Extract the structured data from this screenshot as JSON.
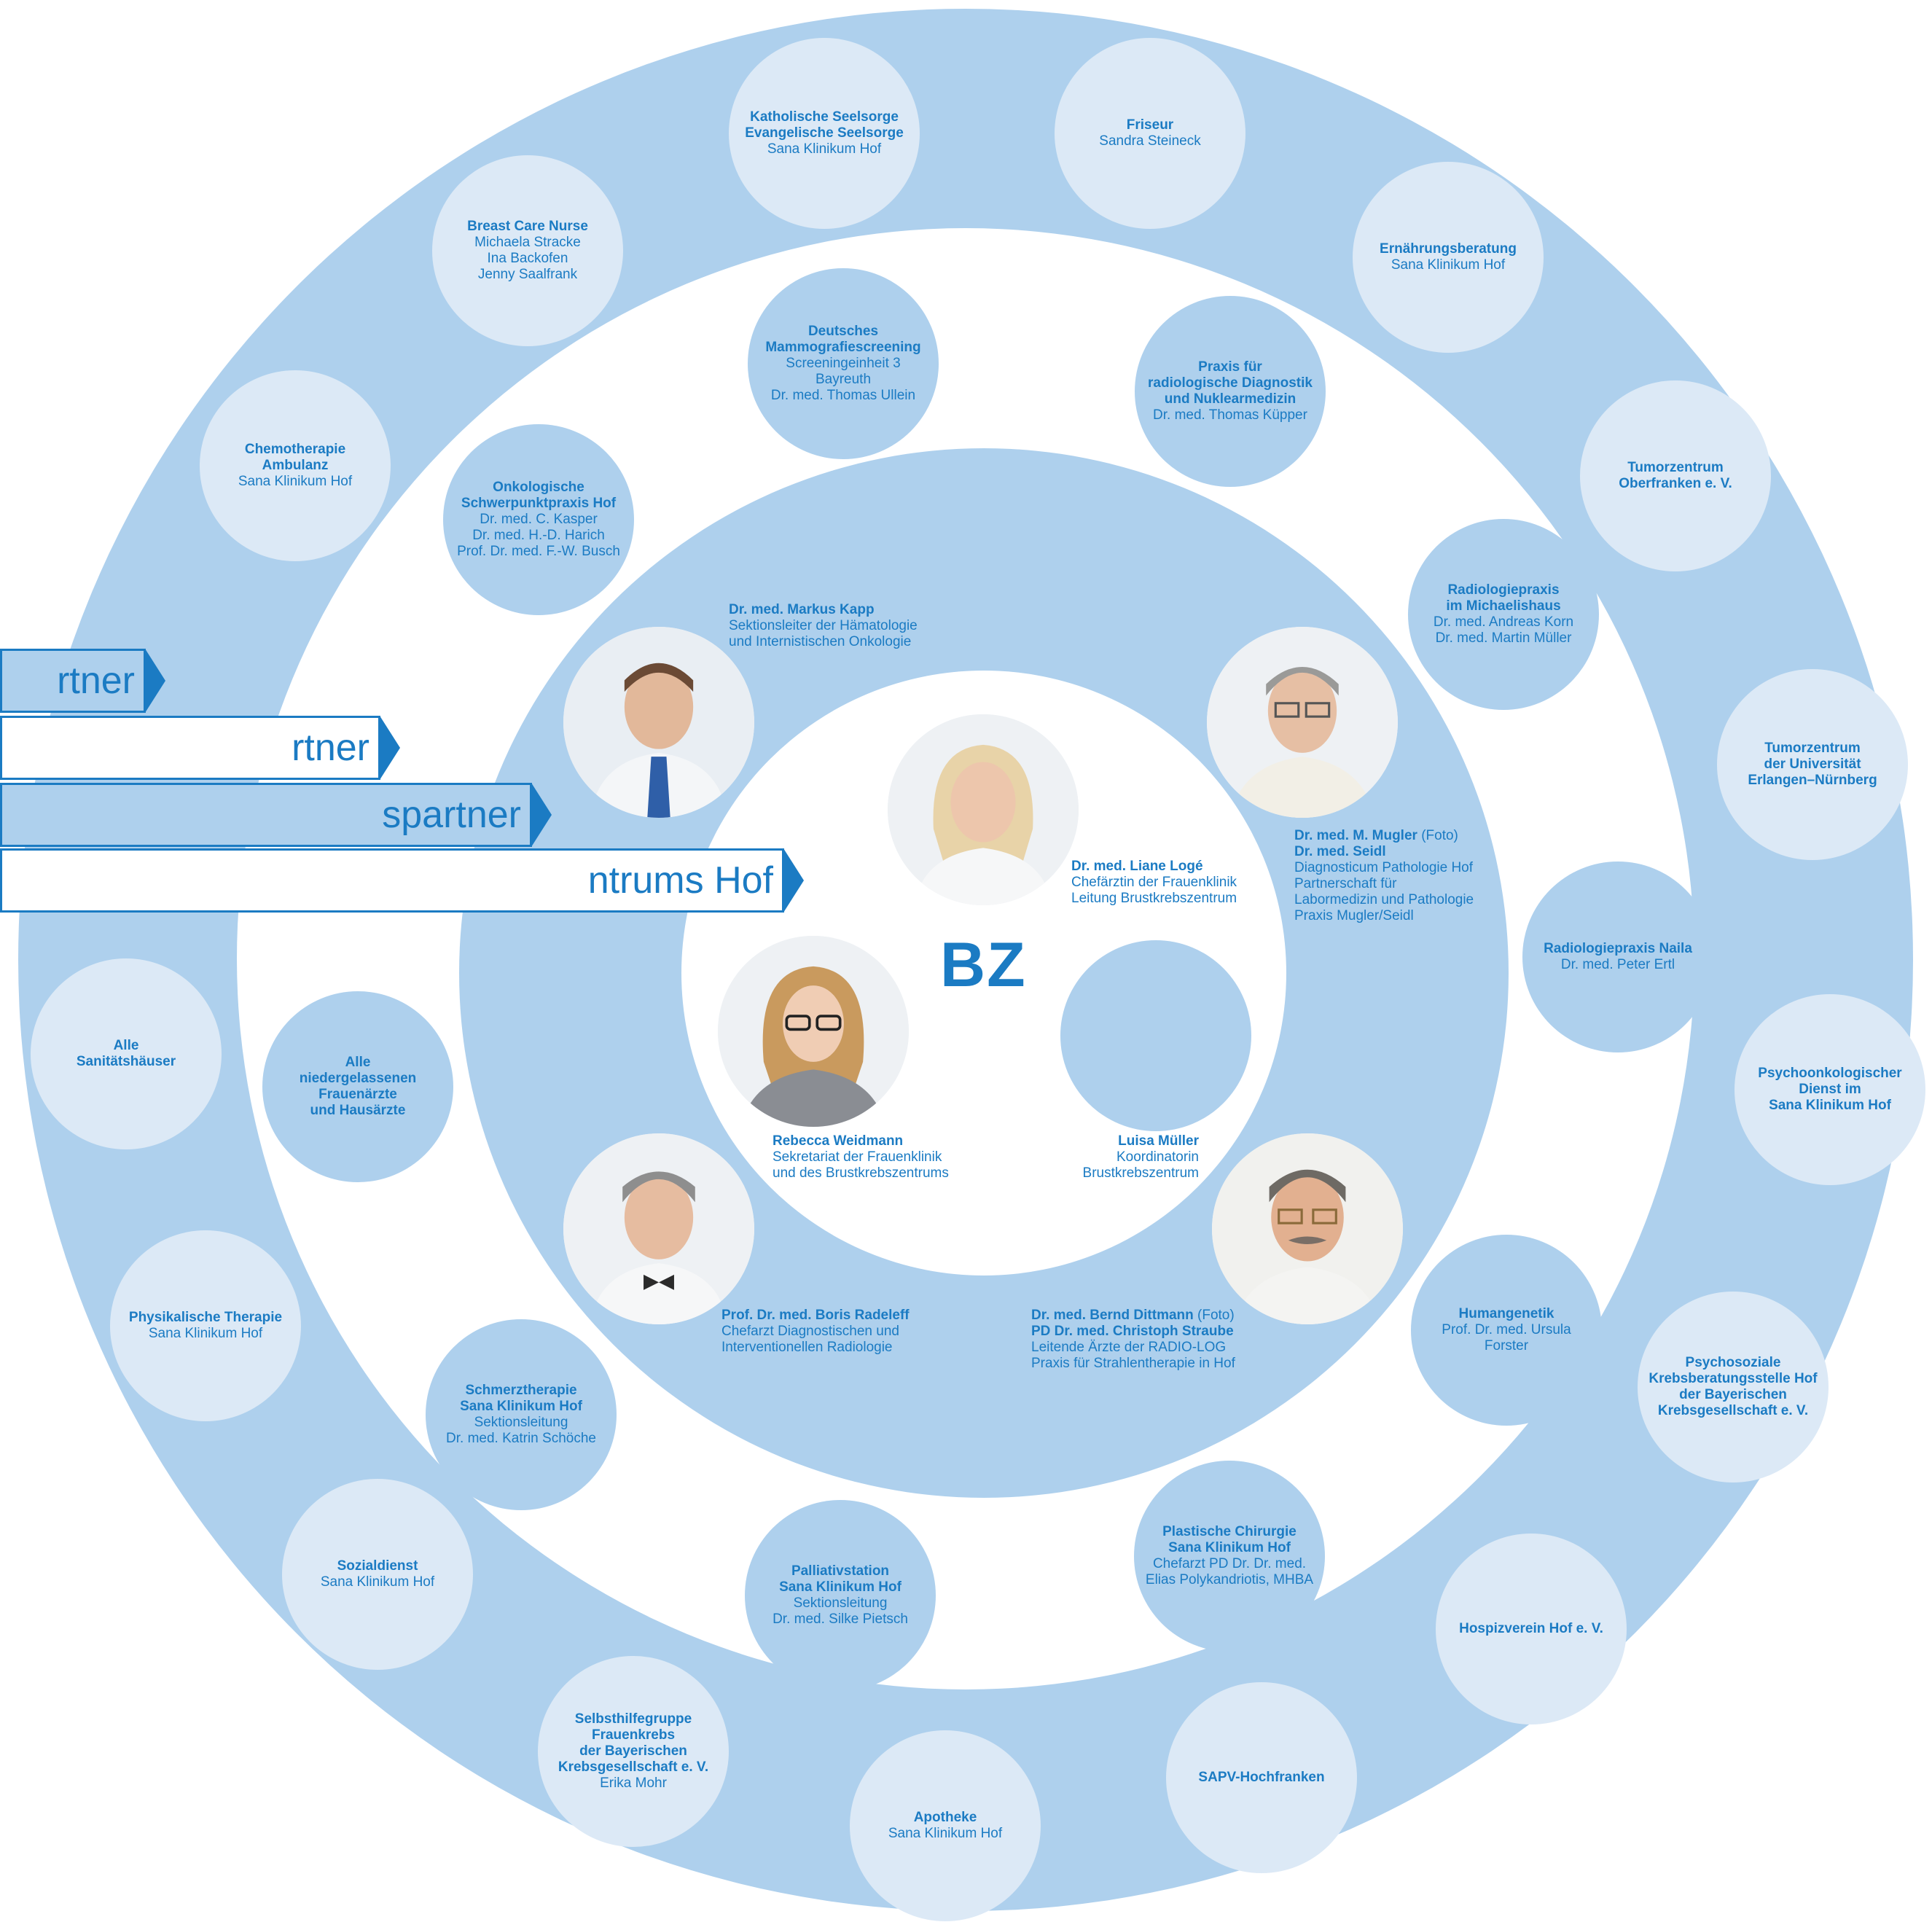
{
  "center_label": "BZ",
  "colors": {
    "accent": "#1b7bc3",
    "ring_fill": "#aed0ed",
    "node_light": "#dce9f6",
    "background": "#ffffff"
  },
  "banners": [
    {
      "text": "rtner",
      "style": "fill"
    },
    {
      "text": "rtner",
      "style": "white"
    },
    {
      "text": "spartner",
      "style": "fill"
    },
    {
      "text": "ntrums Hof",
      "style": "white"
    }
  ],
  "outer_ring": [
    {
      "id": "seelsorge",
      "lines": [
        {
          "t": "Katholische Seelsorge",
          "b": true
        },
        {
          "t": "Evangelische Seelsorge",
          "b": true
        },
        {
          "t": "Sana Klinikum Hof",
          "b": false
        }
      ]
    },
    {
      "id": "friseur",
      "lines": [
        {
          "t": "Friseur",
          "b": true
        },
        {
          "t": "Sandra Steineck",
          "b": false
        }
      ]
    },
    {
      "id": "breast-care-nurse",
      "lines": [
        {
          "t": "Breast Care Nurse",
          "b": true
        },
        {
          "t": "Michaela Stracke",
          "b": false
        },
        {
          "t": "Ina Backofen",
          "b": false
        },
        {
          "t": "Jenny Saalfrank",
          "b": false
        }
      ]
    },
    {
      "id": "ernaehrungsberatung",
      "lines": [
        {
          "t": "Ernährungsberatung",
          "b": true
        },
        {
          "t": "Sana Klinikum Hof",
          "b": false
        }
      ]
    },
    {
      "id": "chemotherapie",
      "lines": [
        {
          "t": "Chemotherapie",
          "b": true
        },
        {
          "t": "Ambulanz",
          "b": true
        },
        {
          "t": "Sana Klinikum Hof",
          "b": false
        }
      ]
    },
    {
      "id": "tumorzentrum-oberfranken",
      "lines": [
        {
          "t": "Tumorzentrum",
          "b": true
        },
        {
          "t": "Oberfranken e. V.",
          "b": true
        }
      ]
    },
    {
      "id": "tumorzentrum-erlangen",
      "lines": [
        {
          "t": "Tumorzentrum",
          "b": true
        },
        {
          "t": "der Universität",
          "b": true
        },
        {
          "t": "Erlangen–Nürnberg",
          "b": true
        }
      ]
    },
    {
      "id": "sanitaetshaeuser",
      "lines": [
        {
          "t": "Alle",
          "b": true
        },
        {
          "t": "Sanitätshäuser",
          "b": true
        }
      ]
    },
    {
      "id": "psychoonkologie",
      "lines": [
        {
          "t": "Psychoonkologischer",
          "b": true
        },
        {
          "t": "Dienst im",
          "b": true
        },
        {
          "t": "Sana Klinikum Hof",
          "b": true
        }
      ]
    },
    {
      "id": "physikalische-therapie",
      "lines": [
        {
          "t": "Physikalische Therapie",
          "b": true
        },
        {
          "t": "Sana Klinikum Hof",
          "b": false
        }
      ]
    },
    {
      "id": "psychosoziale-beratung",
      "lines": [
        {
          "t": "Psychosoziale",
          "b": true
        },
        {
          "t": "Krebsberatungsstelle Hof",
          "b": true
        },
        {
          "t": "der Bayerischen",
          "b": true
        },
        {
          "t": "Krebsgesellschaft e. V.",
          "b": true
        }
      ]
    },
    {
      "id": "sozialdienst",
      "lines": [
        {
          "t": "Sozialdienst",
          "b": true
        },
        {
          "t": "Sana Klinikum Hof",
          "b": false
        }
      ]
    },
    {
      "id": "hospizverein",
      "lines": [
        {
          "t": "Hospizverein Hof e. V.",
          "b": true
        }
      ]
    },
    {
      "id": "selbsthilfegruppe",
      "lines": [
        {
          "t": "Selbsthilfegruppe",
          "b": true
        },
        {
          "t": "Frauenkrebs",
          "b": true
        },
        {
          "t": "der Bayerischen",
          "b": true
        },
        {
          "t": "Krebsgesellschaft e. V.",
          "b": true
        },
        {
          "t": "Erika Mohr",
          "b": false
        }
      ]
    },
    {
      "id": "sapv",
      "lines": [
        {
          "t": "SAPV-Hochfranken",
          "b": true
        }
      ]
    },
    {
      "id": "apotheke",
      "lines": [
        {
          "t": "Apotheke",
          "b": true
        },
        {
          "t": "Sana Klinikum Hof",
          "b": false
        }
      ]
    }
  ],
  "middle_ring": [
    {
      "id": "mammografiescreening",
      "lines": [
        {
          "t": "Deutsches",
          "b": true
        },
        {
          "t": "Mammografiescreening",
          "b": true
        },
        {
          "t": "Screeningeinheit 3",
          "b": false
        },
        {
          "t": "Bayreuth",
          "b": false
        },
        {
          "t": "Dr. med. Thomas Ullein",
          "b": false
        }
      ]
    },
    {
      "id": "praxis-radiologie",
      "lines": [
        {
          "t": "Praxis für",
          "b": true
        },
        {
          "t": "radiologische Diagnostik",
          "b": true
        },
        {
          "t": "und Nuklearmedizin",
          "b": true
        },
        {
          "t": "Dr. med. Thomas Küpper",
          "b": false
        }
      ]
    },
    {
      "id": "onkologische-praxis",
      "lines": [
        {
          "t": "Onkologische",
          "b": true
        },
        {
          "t": "Schwerpunktpraxis Hof",
          "b": true
        },
        {
          "t": "Dr. med. C. Kasper",
          "b": false
        },
        {
          "t": "Dr. med. H.-D. Harich",
          "b": false
        },
        {
          "t": "Prof. Dr. med. F.-W. Busch",
          "b": false
        }
      ]
    },
    {
      "id": "radiologie-michaelishaus",
      "lines": [
        {
          "t": "Radiologiepraxis",
          "b": true
        },
        {
          "t": "im Michaelishaus",
          "b": true
        },
        {
          "t": "Dr. med. Andreas Korn",
          "b": false
        },
        {
          "t": "Dr. med. Martin Müller",
          "b": false
        }
      ]
    },
    {
      "id": "radiologie-naila",
      "lines": [
        {
          "t": "Radiologiepraxis Naila",
          "b": true
        },
        {
          "t": "Dr. med. Peter Ertl",
          "b": false
        }
      ]
    },
    {
      "id": "niedergelassene-aerzte",
      "lines": [
        {
          "t": "Alle",
          "b": true
        },
        {
          "t": "niedergelassenen",
          "b": true
        },
        {
          "t": "Frauenärzte",
          "b": true
        },
        {
          "t": "und Hausärzte",
          "b": true
        }
      ]
    },
    {
      "id": "humangenetik",
      "lines": [
        {
          "t": "Humangenetik",
          "b": true
        },
        {
          "t": "Prof. Dr. med. Ursula Forster",
          "b": false
        }
      ]
    },
    {
      "id": "schmerztherapie",
      "lines": [
        {
          "t": "Schmerztherapie",
          "b": true
        },
        {
          "t": "Sana Klinikum Hof",
          "b": true
        },
        {
          "t": "Sektionsleitung",
          "b": false
        },
        {
          "t": "Dr. med. Katrin Schöche",
          "b": false
        }
      ]
    },
    {
      "id": "plastische-chirurgie",
      "lines": [
        {
          "t": "Plastische Chirurgie",
          "b": true
        },
        {
          "t": "Sana Klinikum Hof",
          "b": true
        },
        {
          "t": "Chefarzt PD Dr. Dr. med.",
          "b": false
        },
        {
          "t": "Elias Polykandriotis, MHBA",
          "b": false
        }
      ]
    },
    {
      "id": "palliativstation",
      "lines": [
        {
          "t": "Palliativstation",
          "b": true
        },
        {
          "t": "Sana Klinikum Hof",
          "b": true
        },
        {
          "t": "Sektionsleitung",
          "b": false
        },
        {
          "t": "Dr. med. Silke Pietsch",
          "b": false
        }
      ]
    }
  ],
  "people": [
    {
      "id": "kapp",
      "lines": [
        {
          "t": "Dr. med. Markus Kapp",
          "b": true
        },
        {
          "t": "Sektionsleiter der Hämatologie",
          "b": false
        },
        {
          "t": "und Internistischen Onkologie",
          "b": false
        }
      ]
    },
    {
      "id": "mugler-seidl",
      "lines": [
        {
          "t": "Dr. med. M. Mugler",
          "b": true,
          "suffix": " (Foto)"
        },
        {
          "t": "Dr. med. Seidl",
          "b": true
        },
        {
          "t": "Diagnosticum Pathologie Hof",
          "b": false
        },
        {
          "t": "Partnerschaft für",
          "b": false
        },
        {
          "t": "Labormedizin und Pathologie",
          "b": false
        },
        {
          "t": "Praxis Mugler/Seidl",
          "b": false
        }
      ]
    },
    {
      "id": "loge",
      "lines": [
        {
          "t": "Dr. med. Liane Logé",
          "b": true
        },
        {
          "t": "Chefärztin der Frauenklinik",
          "b": false
        },
        {
          "t": "Leitung Brustkrebszentrum",
          "b": false
        }
      ]
    },
    {
      "id": "weidmann",
      "lines": [
        {
          "t": "Rebecca Weidmann",
          "b": true
        },
        {
          "t": "Sekretariat der Frauenklinik",
          "b": false
        },
        {
          "t": "und des Brustkrebszentrums",
          "b": false
        }
      ]
    },
    {
      "id": "mueller",
      "lines": [
        {
          "t": "Luisa Müller",
          "b": true
        },
        {
          "t": "Koordinatorin",
          "b": false
        },
        {
          "t": "Brustkrebszentrum",
          "b": false
        }
      ]
    },
    {
      "id": "radeleff",
      "lines": [
        {
          "t": "Prof. Dr. med. Boris Radeleff",
          "b": true
        },
        {
          "t": "Chefarzt Diagnostischen und",
          "b": false
        },
        {
          "t": "Interventionellen Radiologie",
          "b": false
        }
      ]
    },
    {
      "id": "dittmann-straube",
      "lines": [
        {
          "t": "Dr. med. Bernd Dittmann",
          "b": true,
          "suffix": " (Foto)"
        },
        {
          "t": "PD Dr. med. Christoph Straube",
          "b": true
        },
        {
          "t": "Leitende Ärzte der RADIO-LOG",
          "b": false
        },
        {
          "t": "Praxis für Strahlentherapie in Hof",
          "b": false
        }
      ]
    }
  ]
}
